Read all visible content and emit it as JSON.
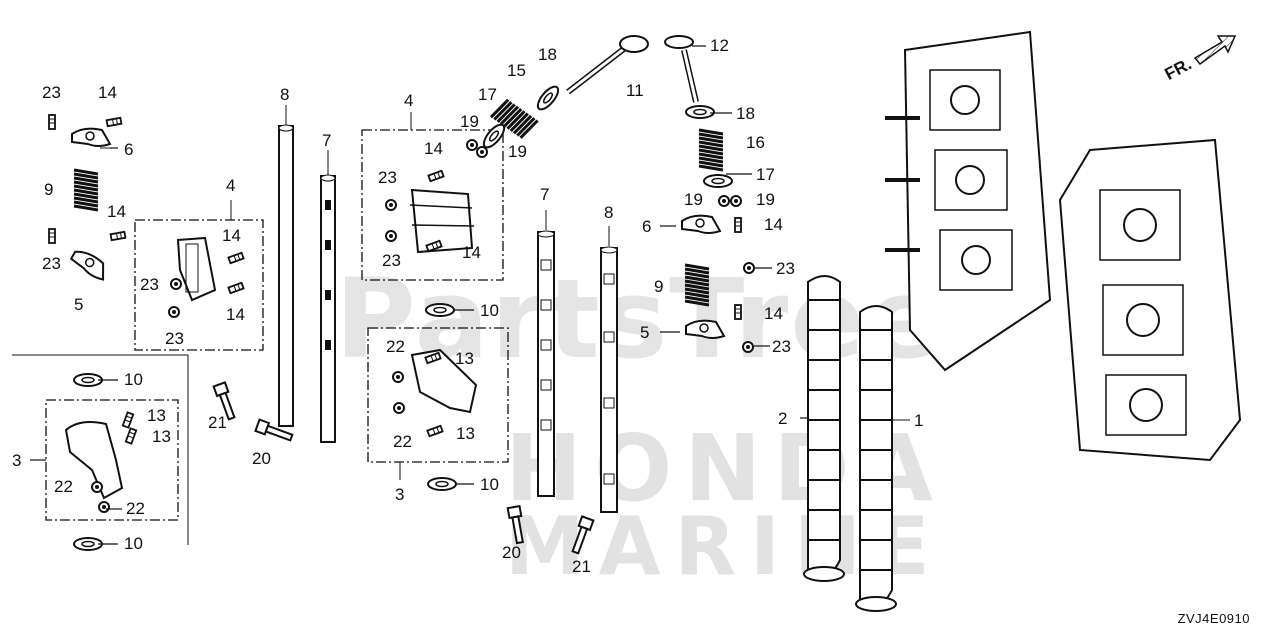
{
  "diagram": {
    "watermark": {
      "primary": "PartsTree",
      "secondary_line1": "HONDA",
      "secondary_line2": "MARINE"
    },
    "orientation_marker": "FR.",
    "diagram_code": "ZVJ4E0910",
    "callouts": [
      "1",
      "2",
      "3",
      "4",
      "5",
      "6",
      "7",
      "8",
      "9",
      "10",
      "11",
      "12",
      "13",
      "14",
      "15",
      "16",
      "17",
      "18",
      "19",
      "20",
      "21",
      "22",
      "23"
    ]
  }
}
